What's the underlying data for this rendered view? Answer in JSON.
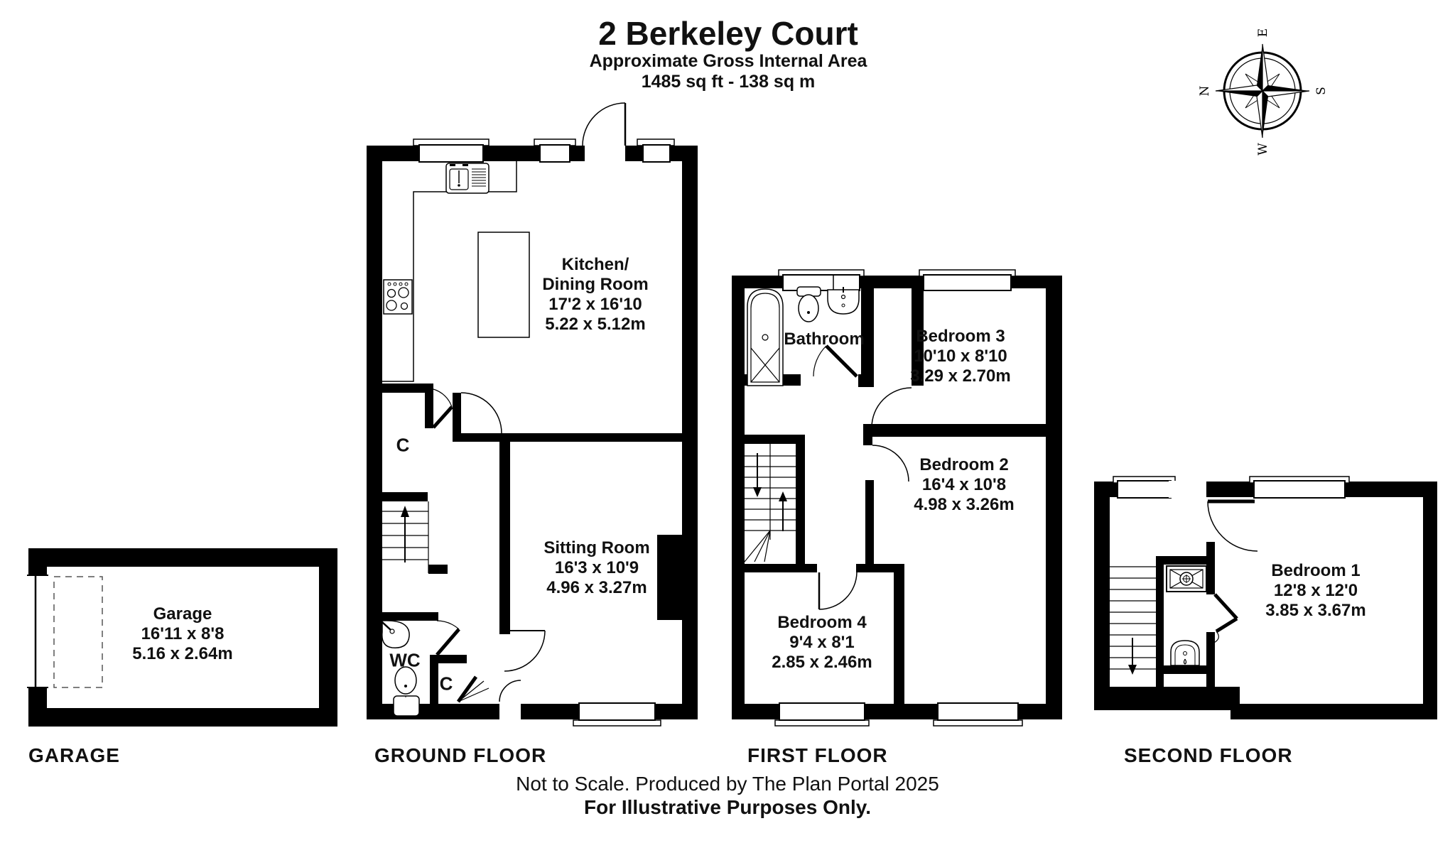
{
  "header": {
    "title": "2 Berkeley Court",
    "subtitle": "Approximate Gross Internal Area",
    "area": "1485 sq ft - 138 sq m"
  },
  "compass": {
    "top": "E",
    "right": "S",
    "bottom": "W",
    "left": "N"
  },
  "garage": {
    "floor_label": "GARAGE",
    "room": {
      "name": "Garage",
      "imperial": "16'11 x 8'8",
      "metric": "5.16 x 2.64m"
    }
  },
  "ground_floor": {
    "floor_label": "GROUND FLOOR",
    "kitchen": {
      "name_line1": "Kitchen/",
      "name_line2": "Dining Room",
      "imperial": "17'2 x 16'10",
      "metric": "5.22 x 5.12m"
    },
    "sitting_room": {
      "name": "Sitting Room",
      "imperial": "16'3 x 10'9",
      "metric": "4.96 x 3.27m"
    },
    "closet_label": "C",
    "closet2_label": "C",
    "wc_label": "WC"
  },
  "first_floor": {
    "floor_label": "FIRST FLOOR",
    "bathroom": {
      "name": "Bathroom"
    },
    "bedroom3": {
      "name": "Bedroom 3",
      "imperial": "10'10 x 8'10",
      "metric": "3.29 x 2.70m"
    },
    "bedroom2": {
      "name": "Bedroom 2",
      "imperial": "16'4 x 10'8",
      "metric": "4.98 x 3.26m"
    },
    "bedroom4": {
      "name": "Bedroom 4",
      "imperial": "9'4 x 8'1",
      "metric": "2.85 x 2.46m"
    }
  },
  "second_floor": {
    "floor_label": "SECOND FLOOR",
    "bedroom1": {
      "name": "Bedroom 1",
      "imperial": "12'8 x 12'0",
      "metric": "3.85 x 3.67m"
    }
  },
  "footer": {
    "line1": "Not to Scale. Produced by The Plan Portal 2025",
    "line2": "For Illustrative Purposes Only."
  }
}
